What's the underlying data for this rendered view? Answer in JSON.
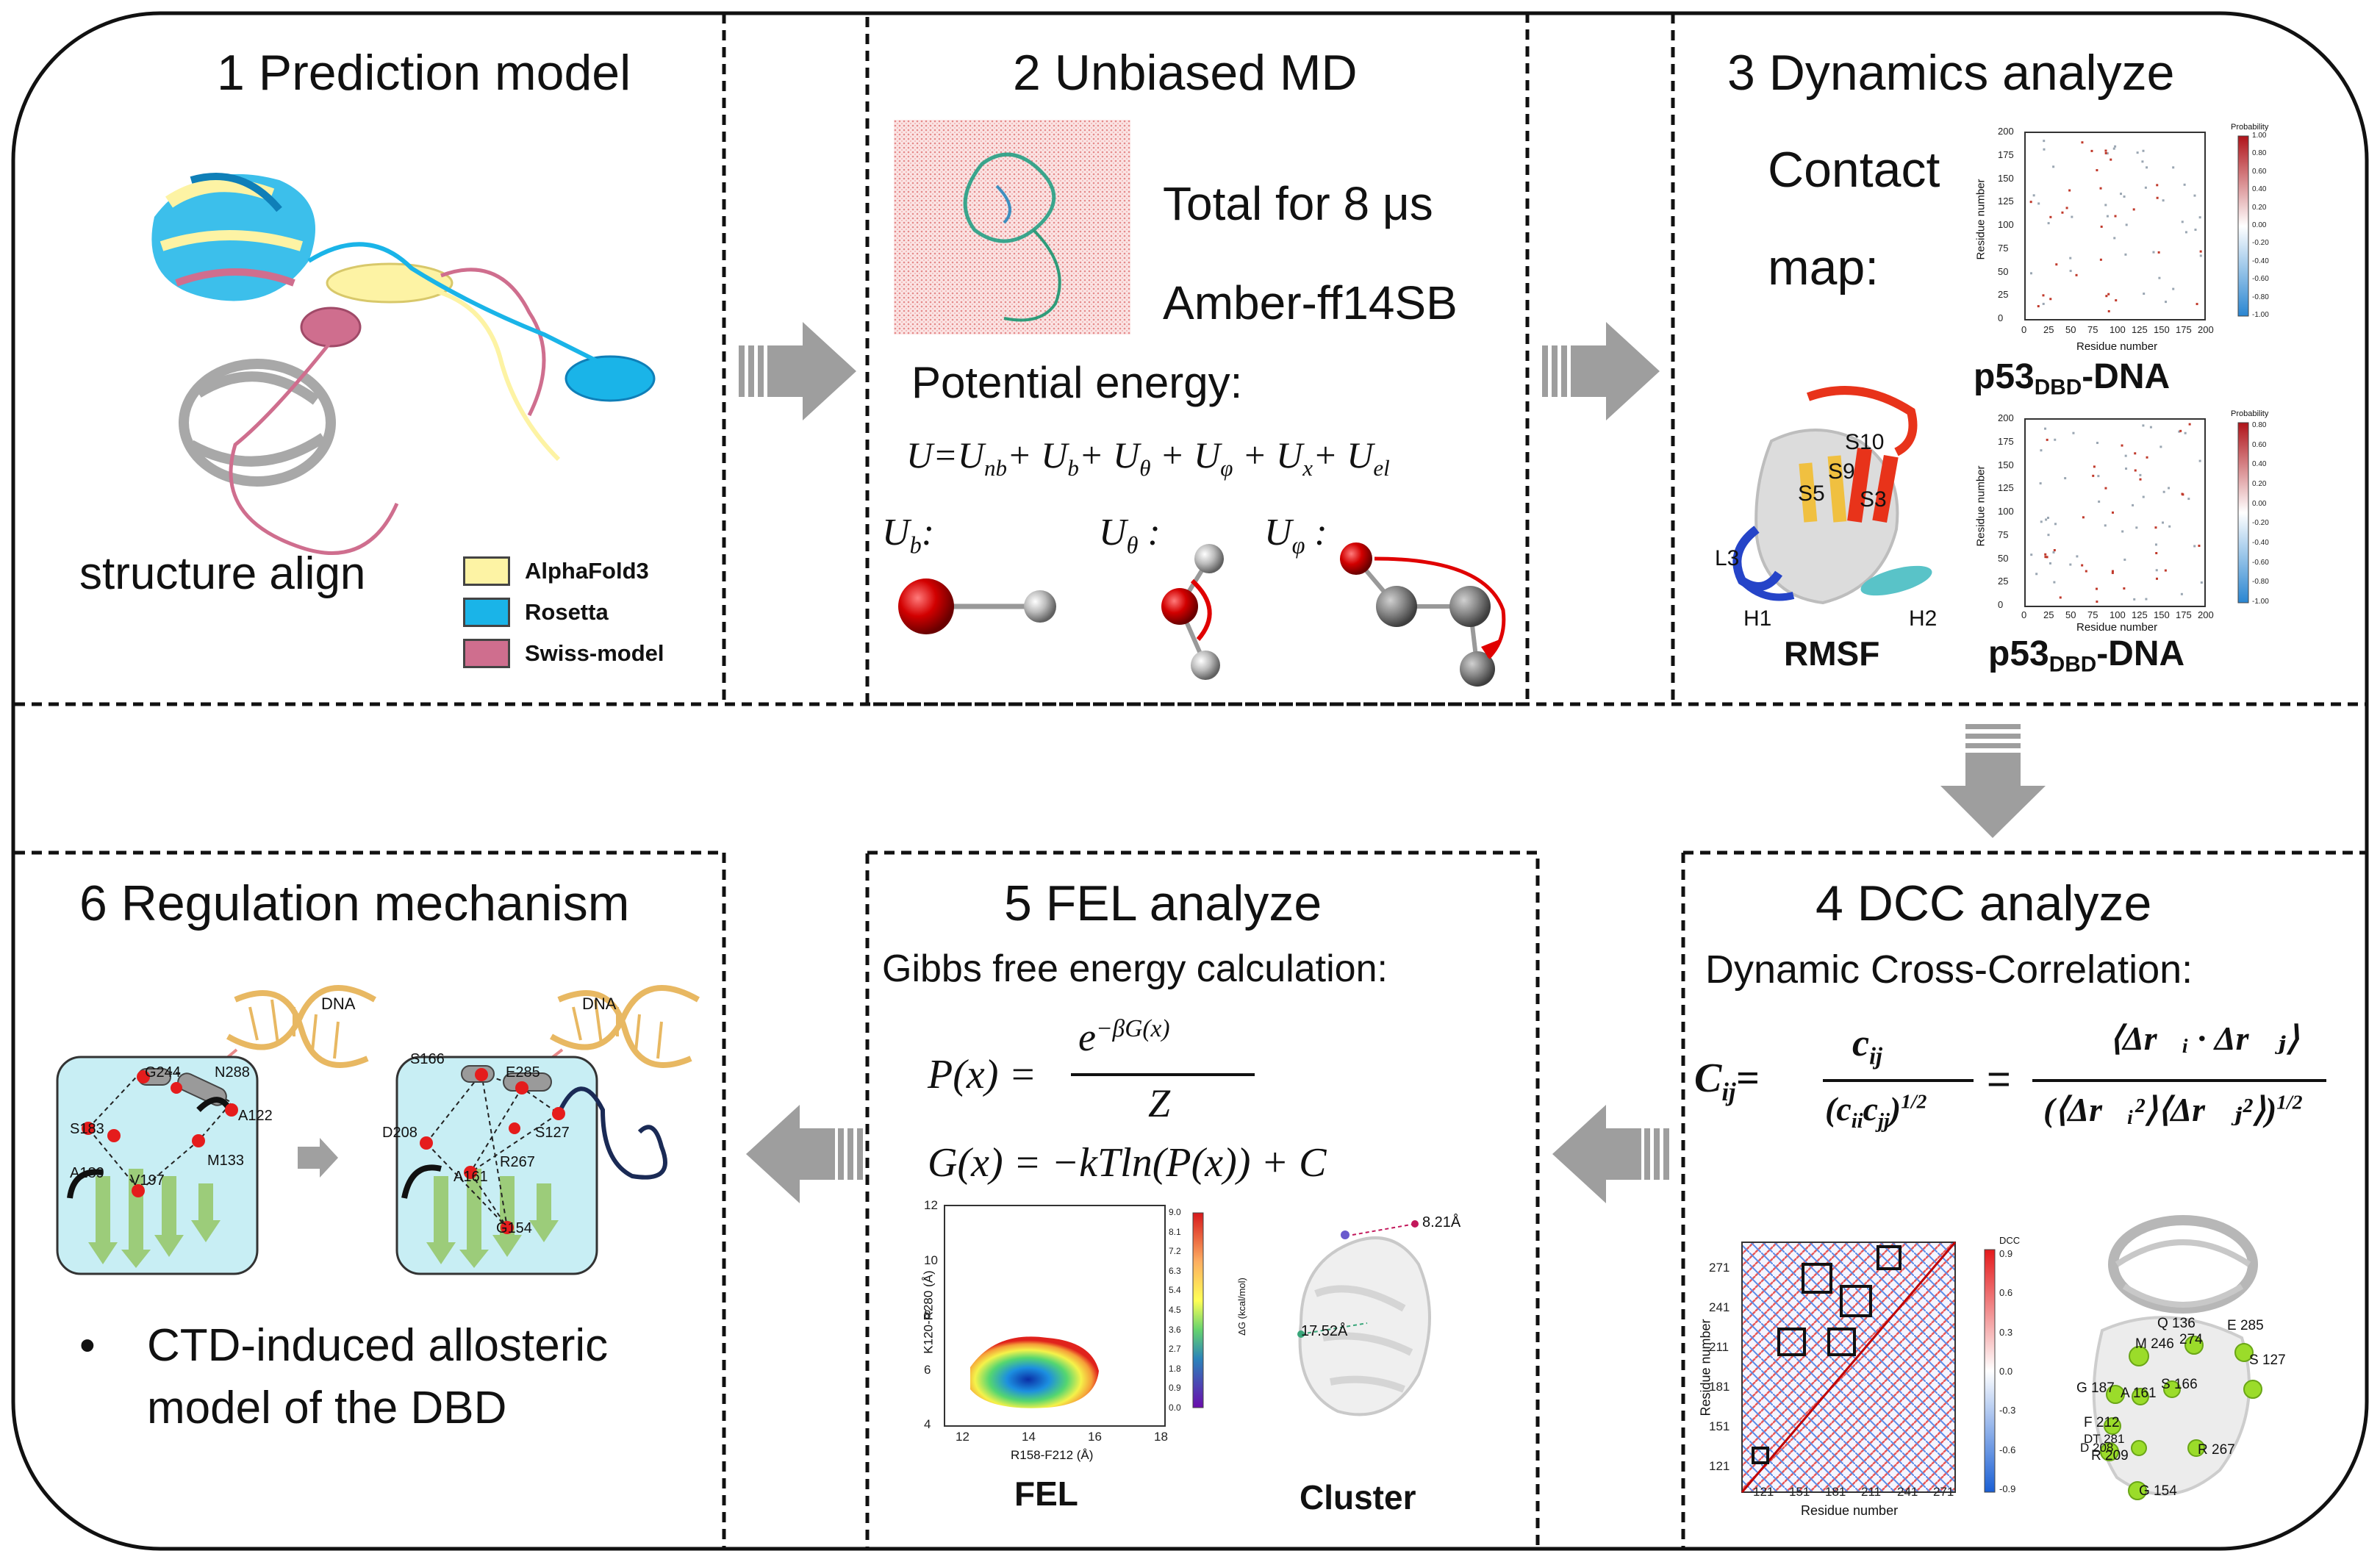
{
  "colors": {
    "alphafold": "#fdf3a4",
    "rosetta": "#1ab4e8",
    "swiss": "#cf6e8e",
    "arrow": "#9e9e9e",
    "atom_red": "#cc0000",
    "atom_grey": "#8e8e8e",
    "box_fill": "#c8eef4",
    "dna": "#e8b862"
  },
  "panels": {
    "p1": {
      "title": "1 Prediction model",
      "caption": "structure align",
      "legend": [
        {
          "label": "AlphaFold3",
          "color": "#fdf3a4"
        },
        {
          "label": "Rosetta",
          "color": "#1ab4e8"
        },
        {
          "label": "Swiss-model",
          "color": "#cf6e8e"
        }
      ]
    },
    "p2": {
      "title": "2 Unbiased MD",
      "line1": "Total for 8 μs",
      "line2": "Amber-ff14SB",
      "pe_label": "Potential energy:",
      "eq_lhs": "U=U",
      "terms": {
        "nb": "nb",
        "b": "b",
        "theta": "θ",
        "phi": "φ",
        "x": "x",
        "el": "el"
      },
      "ub_label": "U",
      "ub_sub": "b",
      "utheta_label": "U",
      "utheta_sub": "θ",
      "uphi_label": "U",
      "uphi_sub": "φ"
    },
    "p3": {
      "title": "3 Dynamics analyze",
      "contact1": "Contact",
      "contact2": "map:",
      "heatmap_top": {
        "ylabel": "Residue number",
        "xlabel": "Residue number",
        "yticks": [
          "200",
          "175",
          "150",
          "125",
          "100",
          "75",
          "50",
          "25",
          "0"
        ],
        "xticks": [
          "0",
          "25",
          "50",
          "75",
          "100",
          "125",
          "150",
          "175",
          "200"
        ],
        "cbar_title": "Probability",
        "cbar_ticks": [
          "1.00",
          "0.80",
          "0.60",
          "0.40",
          "0.20",
          "0.00",
          "-0.20",
          "-0.40",
          "-0.60",
          "-0.80",
          "-1.00"
        ]
      },
      "heatmap_bottom": {
        "ylabel": "Residue number",
        "xlabel": "Residue number",
        "yticks": [
          "200",
          "175",
          "150",
          "125",
          "100",
          "75",
          "50",
          "25",
          "0"
        ],
        "xticks": [
          "0",
          "25",
          "50",
          "75",
          "100",
          "125",
          "150",
          "175",
          "200"
        ],
        "cbar_title": "Probability",
        "cbar_ticks": [
          "0.80",
          "0.60",
          "0.40",
          "0.20",
          "0.00",
          "-0.20",
          "-0.40",
          "-0.60",
          "-0.80",
          "-1.00"
        ]
      },
      "label_main": "p53",
      "label_sub": "DBD",
      "label_tail": "-DNA",
      "rmsf": "RMSF",
      "rmsf_labels": [
        "S10",
        "S9",
        "S5",
        "S3",
        "L3",
        "H1",
        "H2"
      ]
    },
    "p4": {
      "title": "4 DCC analyze",
      "subtitle": "Dynamic Cross-Correlation:",
      "eq_lhs": "C",
      "eq_lhs_sub": "ij",
      "num1": "c",
      "num1_sub": "ij",
      "den1": "(c",
      "den1_sub": "ii",
      "den1_mid": "c",
      "den1_sub2": "jj",
      "den1_tail": ")",
      "den1_pow": "1/2",
      "num2": "⟨Δr⃗ᵢ · Δr⃗ⱼ⟩",
      "den2": "(⟨Δr⃗ᵢ²⟩⟨Δr⃗ⱼ²⟩)",
      "den2_pow": "1/2",
      "dcc_map": {
        "ylabel": "Residue number",
        "xlabel": "Residue number",
        "yticks": [
          "271",
          "241",
          "211",
          "181",
          "151",
          "121"
        ],
        "xticks": [
          "121",
          "151",
          "181",
          "211",
          "241",
          "271"
        ],
        "cbar_title": "DCC",
        "cbar_ticks": [
          "0.9",
          "0.6",
          "0.3",
          "0.0",
          "-0.3",
          "-0.6",
          "-0.9"
        ]
      },
      "structure_labels": [
        "Q 136",
        "E 285",
        "M 246",
        "274",
        "S 127",
        "G 187",
        "A 161",
        "S 166",
        "F 212",
        "DT 281",
        "D 208",
        "R 209",
        "R 267",
        "G 154"
      ]
    },
    "p5": {
      "title": "5 FEL analyze",
      "subtitle": "Gibbs free energy calculation:",
      "eq1_lhs": "P(x) =",
      "eq1_num": "e",
      "eq1_exp": "−βG(x)",
      "eq1_den": "Z",
      "eq2": "G(x) = −kTln(P(x)) + C",
      "fel_plot": {
        "ylabel": "K120-R280 (Å)",
        "xlabel": "R158-F212 (Å)",
        "yticks": [
          "12",
          "10",
          "8",
          "6",
          "4"
        ],
        "xticks": [
          "12",
          "14",
          "16",
          "18"
        ],
        "cbar_title": "ΔG (kcal/mol)",
        "cbar_ticks": [
          "9.0",
          "8.1",
          "7.2",
          "6.3",
          "5.4",
          "4.5",
          "3.6",
          "2.7",
          "1.8",
          "0.9",
          "0.0"
        ]
      },
      "fel_label": "FEL",
      "cluster_label": "Cluster",
      "dist1": "8.21Å",
      "dist2": "17.52Å"
    },
    "p6": {
      "title": "6 Regulation mechanism",
      "dna1": "DNA",
      "dna2": "DNA",
      "left_residues": [
        "S183",
        "G244",
        "N288",
        "A189",
        "A122",
        "M133",
        "V197"
      ],
      "right_residues": [
        "S166",
        "E285",
        "D208",
        "S127",
        "A161",
        "R267",
        "G154"
      ],
      "bullet": "•",
      "text1": "CTD-induced allosteric",
      "text2": "model of the DBD"
    }
  }
}
